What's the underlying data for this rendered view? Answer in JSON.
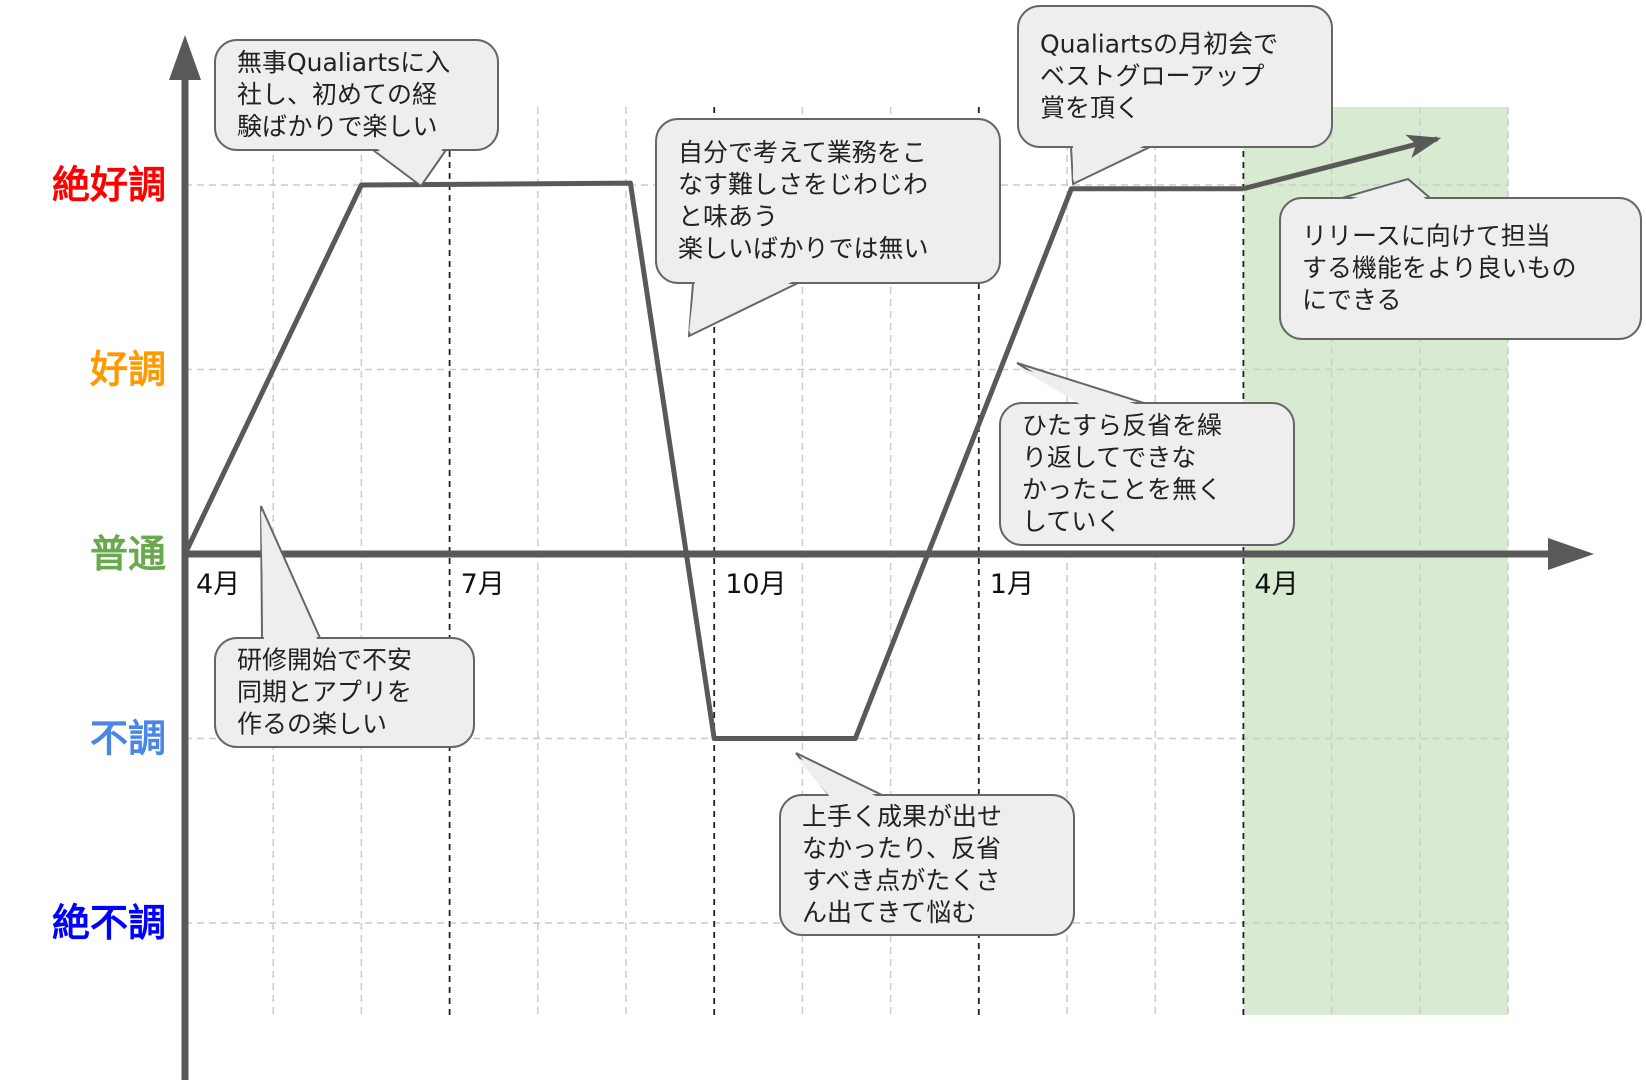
{
  "chart_data": {
    "type": "line",
    "title": "",
    "x_ticks": [
      {
        "month": 0,
        "label": "4月"
      },
      {
        "month": 3,
        "label": "7月"
      },
      {
        "month": 6,
        "label": "10月"
      },
      {
        "month": 9,
        "label": "1月"
      },
      {
        "month": 12,
        "label": "4月"
      }
    ],
    "xlim": [
      0,
      15
    ],
    "levels": [
      {
        "value": 2,
        "label": "絶好調",
        "color": "#ff0000"
      },
      {
        "value": 1,
        "label": "好調",
        "color": "#ff9900"
      },
      {
        "value": 0,
        "label": "普通",
        "color": "#6aa84f"
      },
      {
        "value": -1,
        "label": "不調",
        "color": "#4a86e8"
      },
      {
        "value": -2,
        "label": "絶不調",
        "color": "#0000ff"
      }
    ],
    "ylim": [
      -2.5,
      2.5
    ],
    "grid": true,
    "highlight_range": {
      "from_month": 12,
      "to_month": 15,
      "color": "#d9ead3"
    },
    "series": [
      {
        "name": "motivation",
        "color": "#595959",
        "points": [
          [
            0,
            0
          ],
          [
            2,
            2
          ],
          [
            5.05,
            2.01
          ],
          [
            6,
            -1
          ],
          [
            7.6,
            -1
          ],
          [
            10.05,
            1.98
          ],
          [
            12,
            1.98
          ]
        ],
        "arrow_to": [
          14.2,
          2.25
        ]
      }
    ],
    "annotations": [
      {
        "lines": [
          "無事Qualiartsに入",
          "社し、初めての経",
          "験ばかりで楽しい"
        ]
      },
      {
        "lines": [
          "研修開始で不安",
          "同期とアプリを",
          "作るの楽しい"
        ]
      },
      {
        "lines": [
          "自分で考えて業務をこ",
          "なす難しさをじわじわ",
          "と味あう",
          "楽しいばかりでは無い"
        ]
      },
      {
        "lines": [
          "上手く成果が出せ",
          "なかったり、反省",
          "すべき点がたくさ",
          "ん出てきて悩む"
        ]
      },
      {
        "lines": [
          " Qualiartsの月初会で",
          "ベストグローアップ",
          "賞を頂く"
        ]
      },
      {
        "lines": [
          "ひたすら反省を繰",
          "り返してできな",
          "かったことを無く",
          "していく"
        ]
      },
      {
        "lines": [
          " リリースに向けて担当",
          "する機能をより良いもの",
          "にできる"
        ]
      }
    ]
  }
}
